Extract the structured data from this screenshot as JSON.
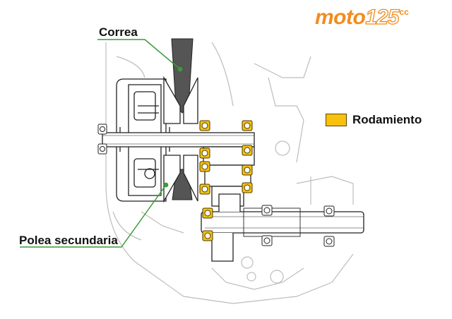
{
  "brand": {
    "logo_main": "moto",
    "logo_number": "125",
    "logo_suffix": "cc",
    "accent_color": "#f28c1e"
  },
  "labels": {
    "belt": "Correa",
    "secondary_pulley": "Polea secundaria"
  },
  "legend": {
    "bearing": "Rodamiento",
    "bearing_color": "#f7c10d"
  },
  "colors": {
    "leader_line": "#3a9a3a",
    "belt": "#555555",
    "outline": "#222222",
    "ghost_outline": "#bbbbbb"
  }
}
